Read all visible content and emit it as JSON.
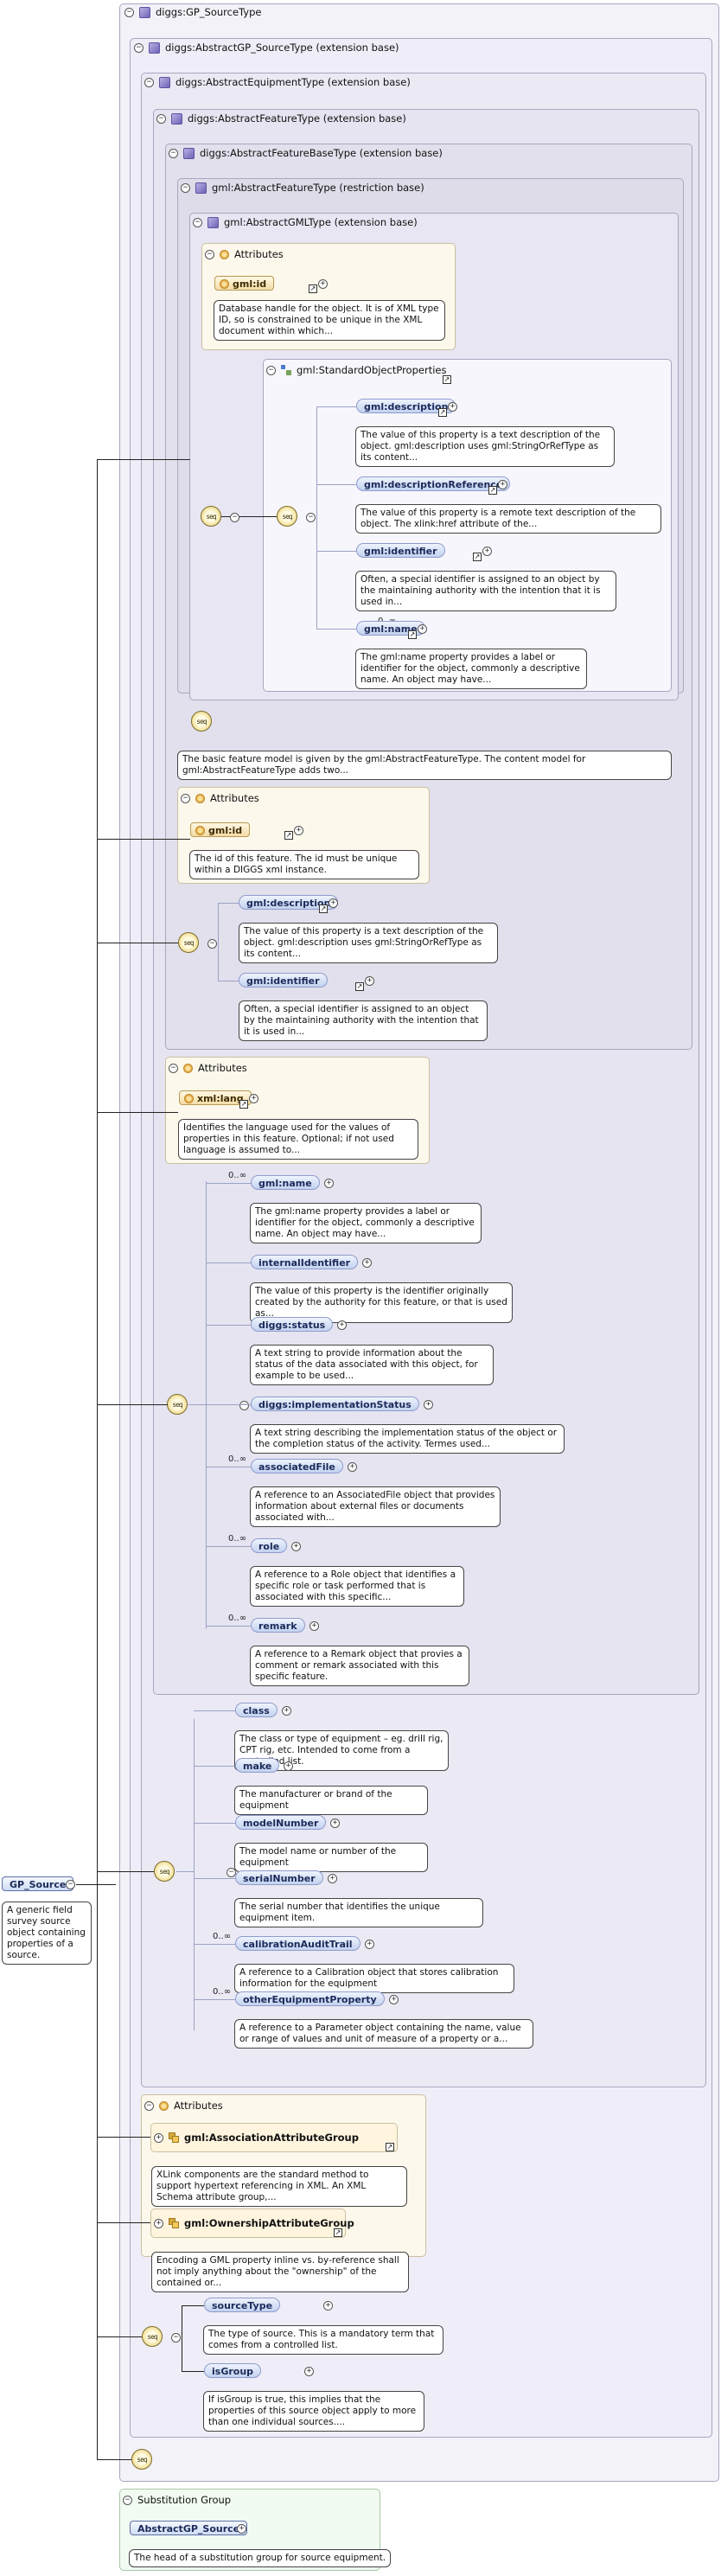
{
  "boxes": {
    "source_type": "diggs:GP_SourceType",
    "abstract_gp_source_type": "diggs:AbstractGP_SourceType (extension base)",
    "abstract_equipment_type": "diggs:AbstractEquipmentType (extension base)",
    "abstract_feature_type": "diggs:AbstractFeatureType (extension base)",
    "abstract_feature_base_type": "diggs:AbstractFeatureBaseType (extension base)",
    "gml_abstract_feature_type": "gml:AbstractFeatureType (restriction base)",
    "gml_abstract_gml_type": "gml:AbstractGMLType (extension base)",
    "attributes": "Attributes",
    "standard_object_properties": "gml:StandardObjectProperties",
    "substitution_group": "Substitution Group"
  },
  "sequence_icon": "seq",
  "occurrence": "0..∞",
  "root": {
    "label": "GP_Source",
    "note": "A generic field survey source object containing properties of a source."
  },
  "gml_type": {
    "gml_id": "gml:id",
    "gml_id_note": "Database handle for the object. It is of XML type ID, so is constrained to be unique in the XML document within which...",
    "description": "gml:description",
    "description_note": "The value of this property is a text description of the object. gml:description uses gml:StringOrRefType as its content...",
    "description_reference": "gml:descriptionReference",
    "description_reference_note": "The value of this property is a remote text description of the object. The xlink:href attribute of the...",
    "identifier": "gml:identifier",
    "identifier_note": "Often, a special identifier is assigned to an object by the maintaining authority with the intention that it is used in...",
    "name": "gml:name",
    "name_note": "The gml:name property provides a label or identifier for the object, commonly a descriptive name. An object may have..."
  },
  "feature_type": {
    "note": "The basic feature model is given by the gml:AbstractFeatureType. The content model for gml:AbstractFeatureType adds two...",
    "gml_id": "gml:id",
    "gml_id_note": "The id of this feature. The id must be unique within a DIGGS xml instance.",
    "description": "gml:description",
    "description_note": "The value of this property is a text description of the object. gml:description uses gml:StringOrRefType as its content...",
    "identifier": "gml:identifier",
    "identifier_note": "Often, a special identifier is assigned to an object by the maintaining authority with the intention that it is used in..."
  },
  "diggs_feature": {
    "xml_lang": "xml:lang",
    "xml_lang_note": "Identifies the language used for the values of properties in this feature. Optional; if not used language is assumed to...",
    "elements": [
      {
        "label": "gml:name",
        "occ": "0..∞",
        "note": "The gml:name property provides a label or identifier for the object, commonly a descriptive name. An object may have..."
      },
      {
        "label": "internalIdentifier",
        "occ": "",
        "note": "The value of this property is the identifier originally created by the authority for this feature, or that is used as..."
      },
      {
        "label": "diggs:status",
        "occ": "",
        "note": "A text string to provide information about the status of the data associated with this object, for example to be used..."
      },
      {
        "label": "diggs:implementationStatus",
        "occ": "",
        "note": "A text string describing the implementation status of the object or the completion status of the activity. Termes used..."
      },
      {
        "label": "associatedFile",
        "occ": "0..∞",
        "note": "A reference to an AssociatedFile object that provides information about external files or documents associated with..."
      },
      {
        "label": "role",
        "occ": "0..∞",
        "note": "A reference to a Role object that identifies a specific role or task performed that is associated with this specific..."
      },
      {
        "label": "remark",
        "occ": "0..∞",
        "note": "A reference to a Remark object that provies a comment or remark associated with this specific feature."
      }
    ]
  },
  "equipment": {
    "elements": [
      {
        "label": "class",
        "occ": "",
        "note": "The class or type of equipment – eg. drill rig, CPT rig, etc. Intended to come from a controlled list."
      },
      {
        "label": "make",
        "occ": "",
        "note": "The manufacturer or brand of the equipment"
      },
      {
        "label": "modelNumber",
        "occ": "",
        "note": "The model name or number of the equipment"
      },
      {
        "label": "serialNumber",
        "occ": "",
        "note": "The serial number that identifies the unique equipment item."
      },
      {
        "label": "calibrationAuditTrail",
        "occ": "0..∞",
        "note": "A reference to a Calibration object that stores calibration information for the equipment"
      },
      {
        "label": "otherEquipmentProperty",
        "occ": "0..∞",
        "note": "A reference to a Parameter object containing the name, value or range of values and unit of measure of a property or a..."
      }
    ]
  },
  "gp_source_attributes": {
    "association_group": "gml:AssociationAttributeGroup",
    "association_note": "XLink components are the standard method to support hypertext referencing in XML. An XML Schema attribute group,...",
    "ownership_group": "gml:OwnershipAttributeGroup",
    "ownership_note": "Encoding a GML property inline vs. by-reference shall not imply anything about the \"ownership\" of the contained or..."
  },
  "gp_source": {
    "source_type": "sourceType",
    "source_type_note": "The type of source. This is a mandatory term that comes from a controlled list.",
    "is_group": "isGroup",
    "is_group_note": "If isGroup is true, this implies that the properties of this source object apply to more than one individual sources...."
  },
  "substitution": {
    "head": "AbstractGP_Source",
    "head_note": "The head of a substitution group for source equipment."
  }
}
